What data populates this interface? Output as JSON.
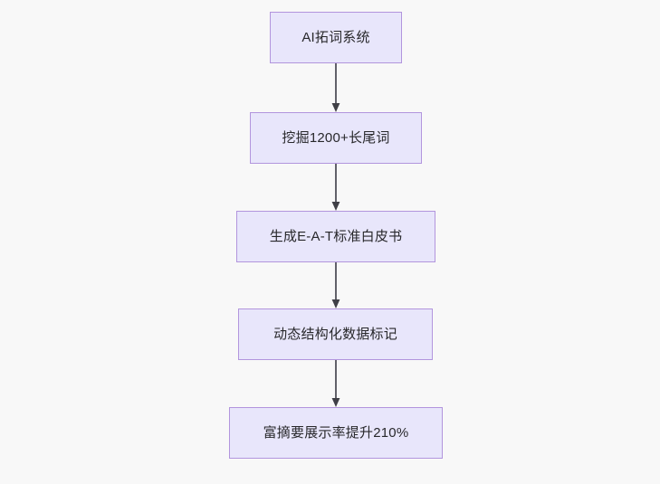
{
  "diagram": {
    "type": "flowchart",
    "orientation": "top-to-bottom",
    "background_color": "#f8f8f8",
    "node_fill_color": "#e8e6fb",
    "node_border_color": "#b295dd",
    "node_text_color": "#28282b",
    "edge_color": "#61616a",
    "nodes": [
      {
        "id": "node-1",
        "label": "AI拓词系统"
      },
      {
        "id": "node-2",
        "label": "挖掘1200+长尾词"
      },
      {
        "id": "node-3",
        "label": "生成E-A-T标准白皮书"
      },
      {
        "id": "node-4",
        "label": "动态结构化数据标记"
      },
      {
        "id": "node-5",
        "label": "富摘要展示率提升210%"
      }
    ],
    "edges": [
      {
        "id": "edge-1",
        "from": "node-1",
        "to": "node-2",
        "arrow": "arrowhead-down-icon",
        "label": ""
      },
      {
        "id": "edge-2",
        "from": "node-2",
        "to": "node-3",
        "arrow": "arrowhead-down-icon",
        "label": ""
      },
      {
        "id": "edge-3",
        "from": "node-3",
        "to": "node-4",
        "arrow": "arrowhead-down-icon",
        "label": ""
      },
      {
        "id": "edge-4",
        "from": "node-4",
        "to": "node-5",
        "arrow": "arrowhead-down-icon",
        "label": ""
      }
    ]
  }
}
